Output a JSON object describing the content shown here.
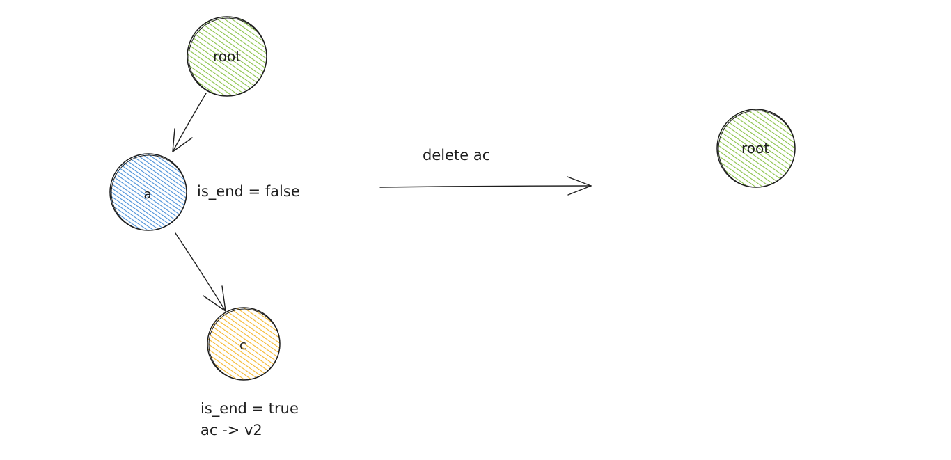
{
  "nodes": {
    "root_left": {
      "label": "root",
      "color": "#8bc34a"
    },
    "node_a": {
      "label": "a",
      "color": "#4a90d9"
    },
    "node_c": {
      "label": "c",
      "color": "#f5b82e"
    },
    "root_right": {
      "label": "root",
      "color": "#8bc34a"
    }
  },
  "annotations": {
    "a_is_end": "is_end = false",
    "c_is_end": "is_end = true",
    "c_value": "ac -> v2",
    "operation": "delete ac"
  },
  "colors": {
    "stroke": "#1e1e1e",
    "background": "#ffffff"
  }
}
